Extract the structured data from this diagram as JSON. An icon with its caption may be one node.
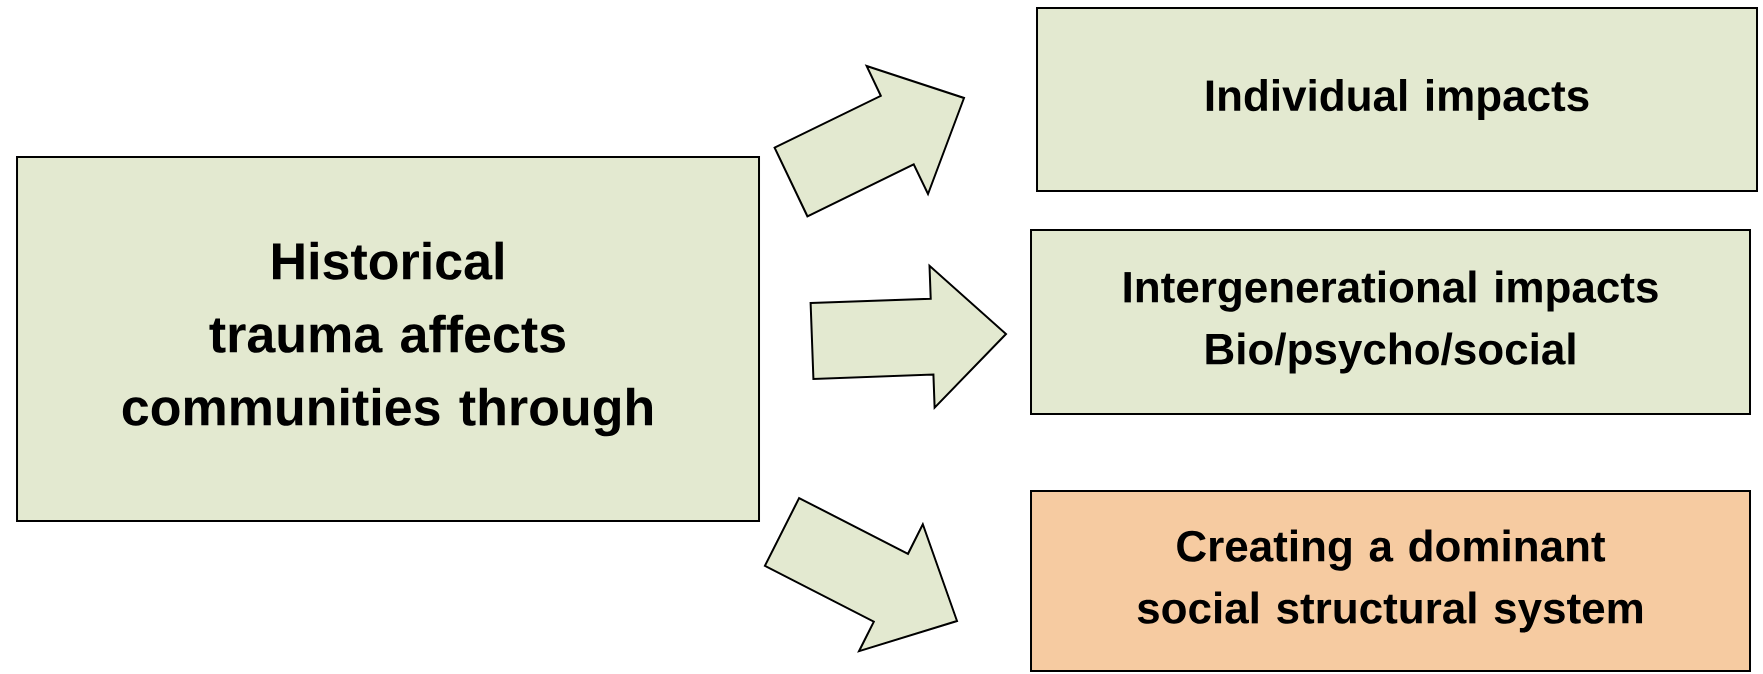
{
  "diagram": {
    "nodes": [
      {
        "text": [
          "Historical trauma affects communities through"
        ]
      },
      {
        "text": [
          "Individual impacts"
        ]
      },
      {
        "text": [
          "Intergenerational impacts",
          "Bio/psycho/social"
        ]
      },
      {
        "text": [
          "Creating a dominant social structural system"
        ]
      }
    ],
    "edges": [
      {
        "from": 0,
        "to": 1,
        "arrow": "to"
      },
      {
        "from": 0,
        "to": 2,
        "arrow": "to"
      },
      {
        "from": 0,
        "to": 3,
        "arrow": "to"
      }
    ]
  }
}
